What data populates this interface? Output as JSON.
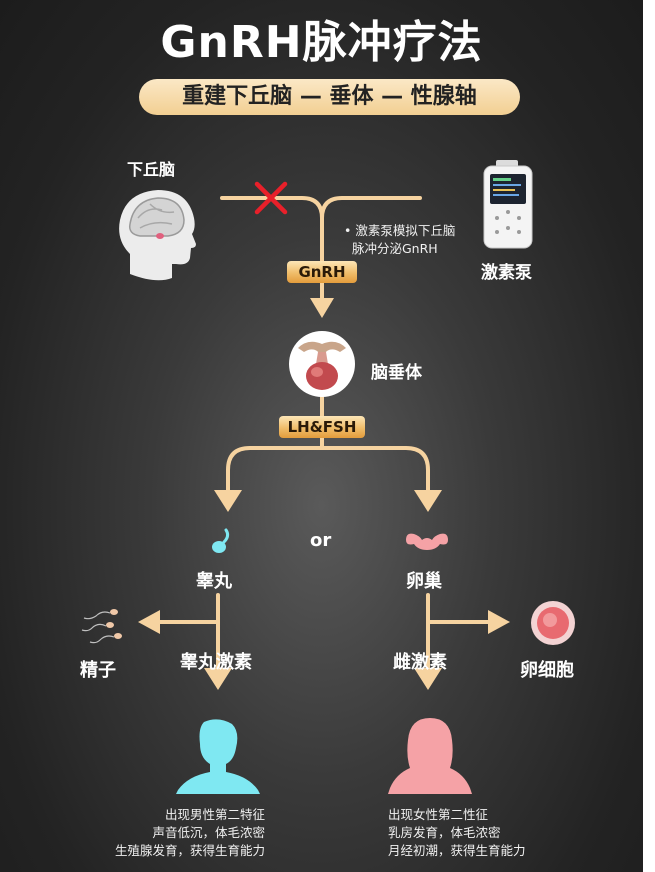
{
  "title": "GnRH脉冲疗法",
  "subtitle": "重建下丘脑 — 垂体 — 性腺轴",
  "hypothalamus": {
    "label": "下丘脑"
  },
  "pump": {
    "label": "激素泵",
    "note_lines": [
      "激素泵模拟下丘脑",
      "脉冲分泌GnRH"
    ]
  },
  "gnrh_pill": "GnRH",
  "pituitary": {
    "label": "脑垂体"
  },
  "lhfsh_pill": "LH&FSH",
  "or_label": "or",
  "male": {
    "organ": "睾丸",
    "cell": "精子",
    "hormone": "睾丸激素",
    "desc_lines": [
      "出现男性第二特征",
      "声音低沉，体毛浓密",
      "生殖腺发育，获得生育能力"
    ]
  },
  "female": {
    "organ": "卵巢",
    "cell": "卵细胞",
    "hormone": "雌激素",
    "desc_lines": [
      "出现女性第二性征",
      "乳房发育，体毛浓密",
      "月经初潮，获得生育能力"
    ]
  },
  "colors": {
    "arrow": "#f6d3a0",
    "blocked": "#e8202a",
    "male_accent": "#7fe8f2",
    "female_accent": "#f5a2a6",
    "pill_gold": "#eeb866"
  }
}
